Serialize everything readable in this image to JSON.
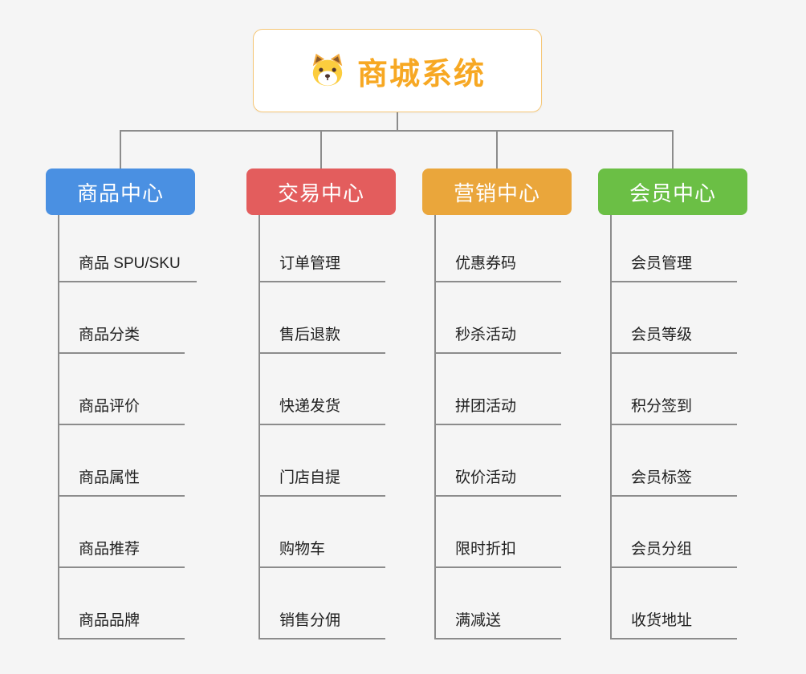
{
  "root": {
    "title": "商城系统",
    "color": "#f7a823",
    "border_color": "#f6c777",
    "icon": "dog-icon"
  },
  "canvas_bg": "#f5f5f5",
  "connector_color": "#8c8c8c",
  "branches": [
    {
      "label": "商品中心",
      "color": "#4a90e2",
      "children": [
        "商品 SPU/SKU",
        "商品分类",
        "商品评价",
        "商品属性",
        "商品推荐",
        "商品品牌"
      ]
    },
    {
      "label": "交易中心",
      "color": "#e35d5d",
      "children": [
        "订单管理",
        "售后退款",
        "快递发货",
        "门店自提",
        "购物车",
        "销售分佣"
      ]
    },
    {
      "label": "营销中心",
      "color": "#eaa63b",
      "children": [
        "优惠券码",
        "秒杀活动",
        "拼团活动",
        "砍价活动",
        "限时折扣",
        "满减送"
      ]
    },
    {
      "label": "会员中心",
      "color": "#6bbf45",
      "children": [
        "会员管理",
        "会员等级",
        "积分签到",
        "会员标签",
        "会员分组",
        "收货地址"
      ]
    }
  ]
}
